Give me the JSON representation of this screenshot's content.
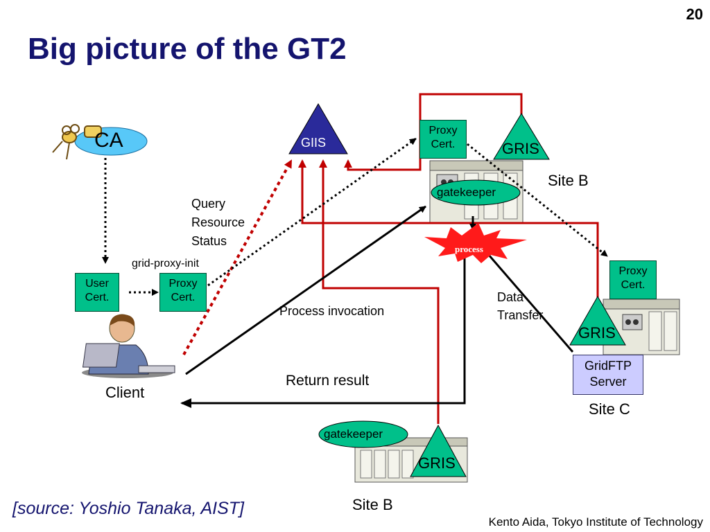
{
  "slide": {
    "number": "20",
    "title": "Big picture of the GT2",
    "source": "[source: Yoshio Tanaka, AIST]",
    "footer": "Kento Aida, Tokyo Institute of Technology"
  },
  "nodes": {
    "ca": "CA",
    "giis": "GIIS",
    "gris_top": "GRIS",
    "gris_right": "GRIS",
    "gris_bottom": "GRIS",
    "gatekeeper_top": "gatekeeper",
    "gatekeeper_bottom": "gatekeeper",
    "process": "process",
    "proxy_top": [
      "Proxy",
      "Cert."
    ],
    "proxy_right": [
      "Proxy",
      "Cert."
    ],
    "proxy_client": [
      "Proxy",
      "Cert."
    ],
    "user_cert": [
      "User",
      "Cert."
    ],
    "gridftp": [
      "GridFTP",
      "Server"
    ]
  },
  "labels": {
    "site_b_top": "Site B",
    "site_c": "Site C",
    "site_b_bottom": "Site B",
    "client": "Client",
    "query": [
      "Query",
      "Resource",
      "Status"
    ],
    "grid_proxy_init": "grid-proxy-init",
    "process_invocation": "Process invocation",
    "return_result": "Return result",
    "data_transfer": [
      "Data",
      "Transfer"
    ]
  },
  "colors": {
    "title": "#14146e",
    "cert_box": "#00c08a",
    "gris": "#00c08a",
    "giis": "#2a2a9a",
    "ca": "#58c8f8",
    "gatekeeper": "#00c08a",
    "gridftp": "#ccccff",
    "red_line": "#c00000",
    "burst": "#ff1a1a"
  }
}
